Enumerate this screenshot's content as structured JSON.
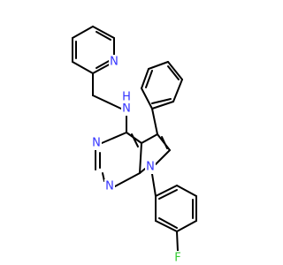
{
  "molecule": {
    "atoms": [
      {
        "id": "N_py",
        "text": "N",
        "color": "#3333ff"
      },
      {
        "id": "NH",
        "text": "N",
        "color": "#3333ff"
      },
      {
        "id": "H",
        "text": "H",
        "color": "#3333ff"
      },
      {
        "id": "N3",
        "text": "N",
        "color": "#3333ff"
      },
      {
        "id": "N1",
        "text": "N",
        "color": "#3333ff"
      },
      {
        "id": "N7",
        "text": "N",
        "color": "#3333ff"
      },
      {
        "id": "F",
        "text": "F",
        "color": "#33cc33"
      }
    ]
  }
}
